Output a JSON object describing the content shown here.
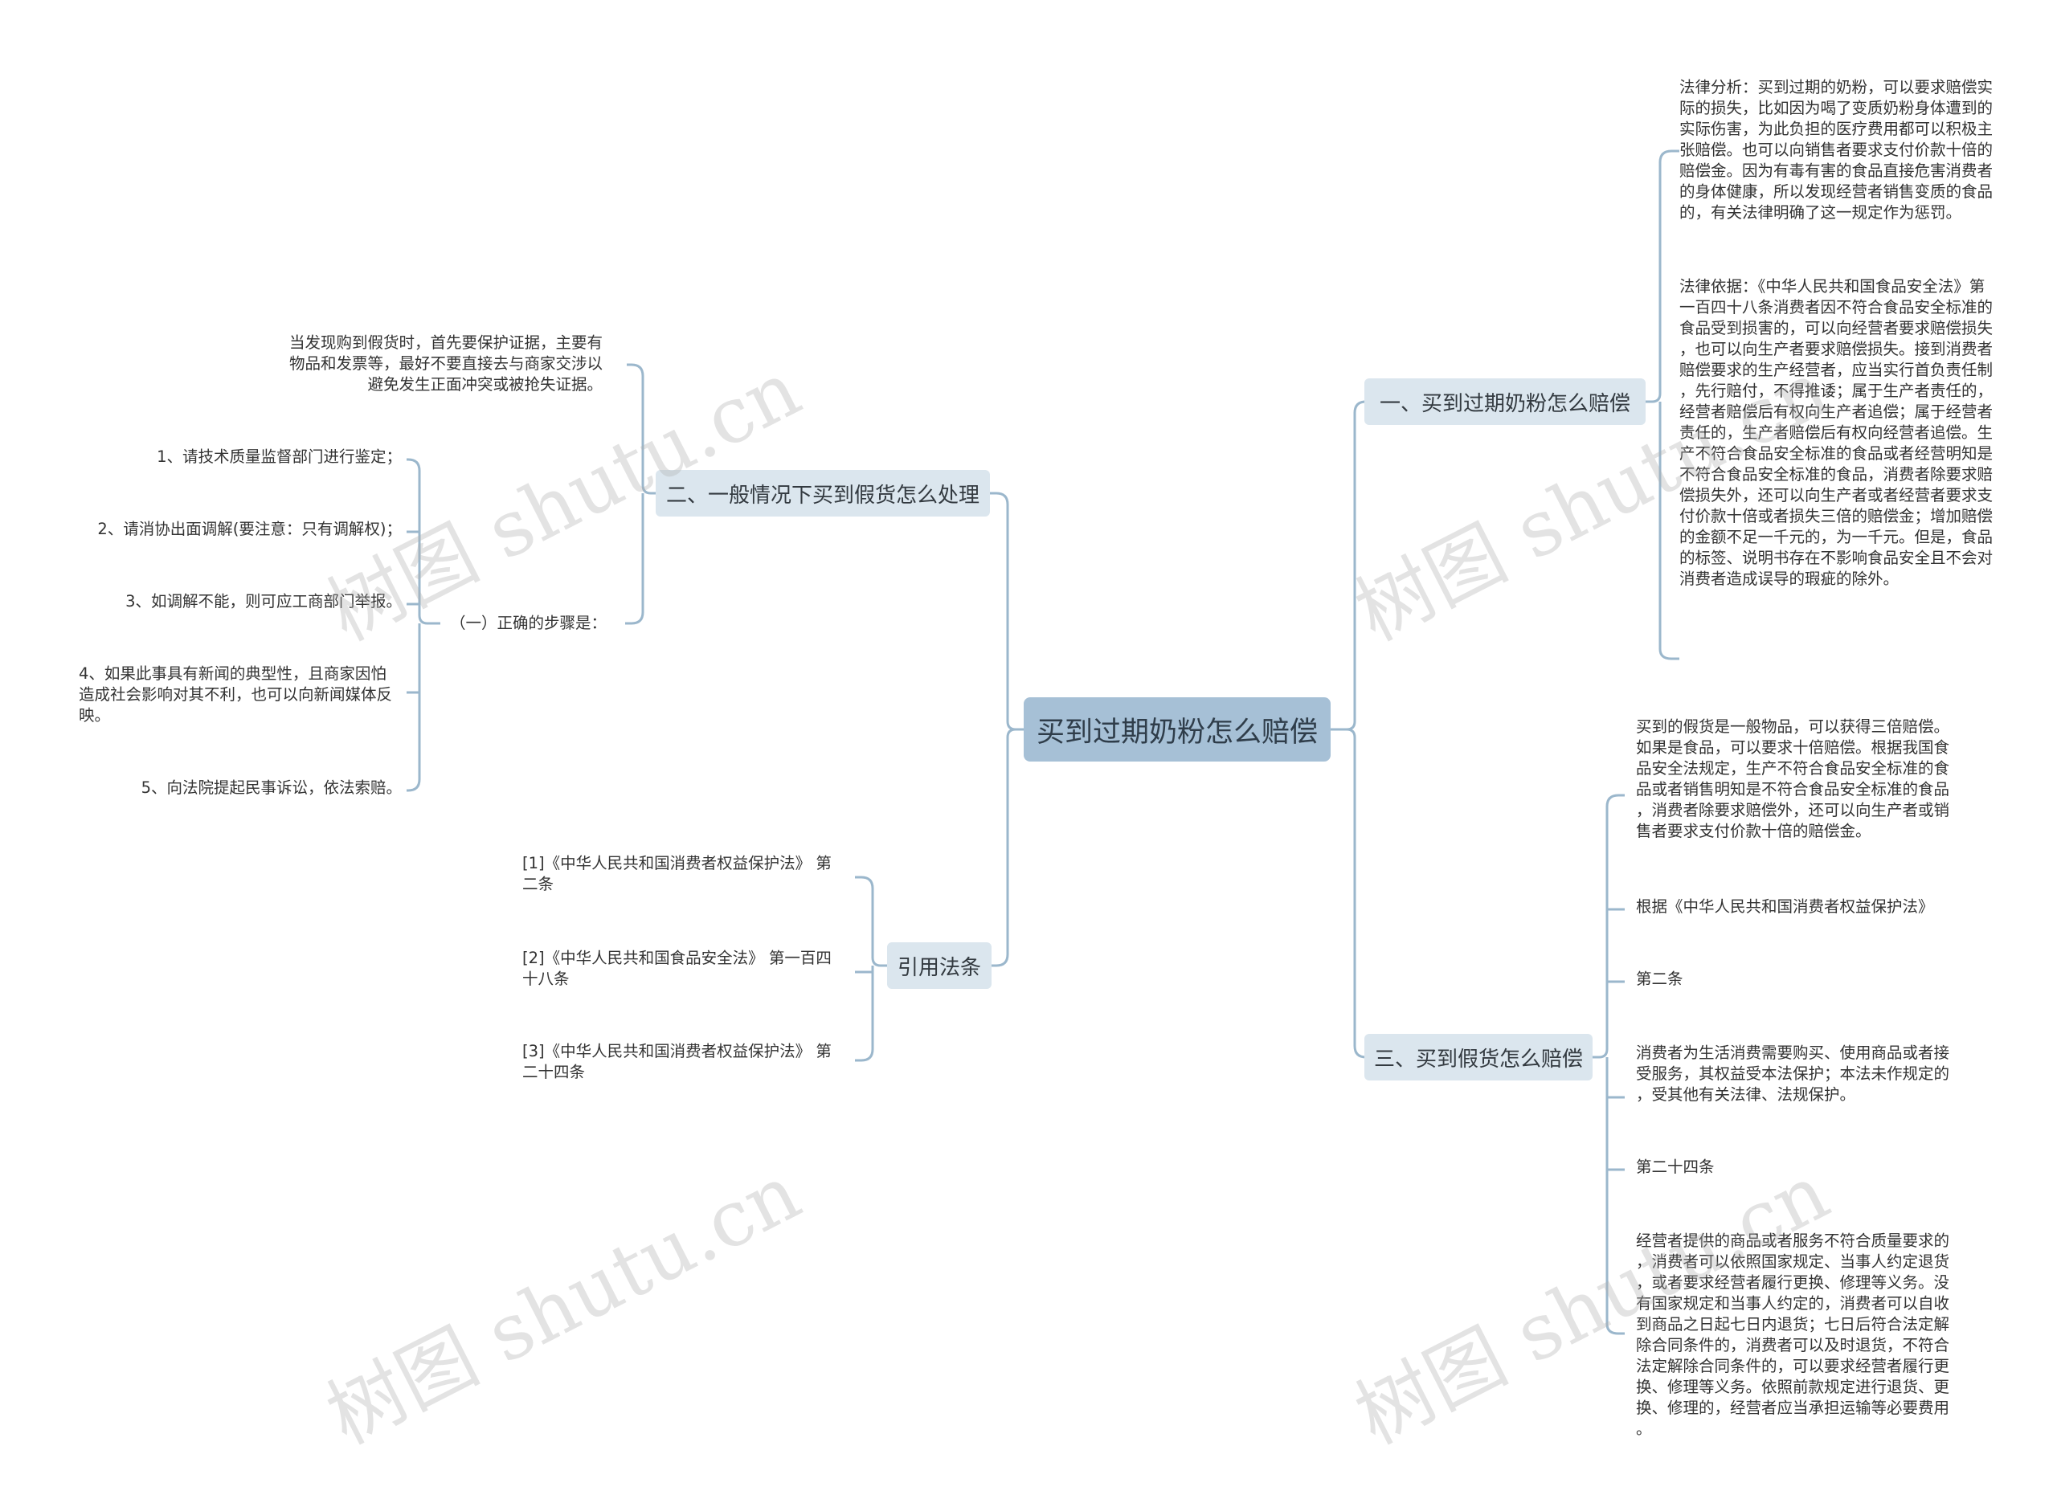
{
  "root": {
    "label": "买到过期奶粉怎么赔偿"
  },
  "branches": {
    "b1": {
      "label": "一、买到过期奶粉怎么赔偿",
      "items": [
        "法律分析：买到过期的奶粉，可以要求赔偿实\n际的损失，比如因为喝了变质奶粉身体遭到的\n实际伤害，为此负担的医疗费用都可以积极主\n张赔偿。也可以向销售者要求支付价款十倍的\n赔偿金。因为有毒有害的食品直接危害消费者\n的身体健康，所以发现经营者销售变质的食品\n的，有关法律明确了这一规定作为惩罚。",
        "法律依据：《中华人民共和国食品安全法》第\n一百四十八条消费者因不符合食品安全标准的\n食品受到损害的，可以向经营者要求赔偿损失\n，也可以向生产者要求赔偿损失。接到消费者\n赔偿要求的生产经营者，应当实行首负责任制\n，先行赔付，不得推诿；属于生产者责任的，\n经营者赔偿后有权向生产者追偿；属于经营者\n责任的，生产者赔偿后有权向经营者追偿。生\n产不符合食品安全标准的食品或者经营明知是\n不符合食品安全标准的食品，消费者除要求赔\n偿损失外，还可以向生产者或者经营者要求支\n付价款十倍或者损失三倍的赔偿金；增加赔偿\n的金额不足一千元的，为一千元。但是，食品\n的标签、说明书存在不影响食品安全且不会对\n消费者造成误导的瑕疵的除外。"
      ]
    },
    "b2": {
      "label": "二、一般情况下买到假货怎么处理",
      "intro": "当发现购到假货时，首先要保护证据，主要有\n物品和发票等，最好不要直接去与商家交涉以\n避免发生正面冲突或被抢失证据。",
      "steps_label": "（一）正确的步骤是：",
      "steps": [
        "1、请技术质量监督部门进行鉴定；",
        "2、请消协出面调解(要注意：只有调解权)；",
        "3、如调解不能，则可应工商部门举报。",
        "4、如果此事具有新闻的典型性，且商家因怕\n造成社会影响对其不利，也可以向新闻媒体反\n映。",
        "5、向法院提起民事诉讼，依法索赔。"
      ]
    },
    "b3": {
      "label": "三、买到假货怎么赔偿",
      "items": [
        "买到的假货是一般物品，可以获得三倍赔偿。\n如果是食品，可以要求十倍赔偿。根据我国食\n品安全法规定，生产不符合食品安全标准的食\n品或者销售明知是不符合食品安全标准的食品\n，消费者除要求赔偿外，还可以向生产者或销\n售者要求支付价款十倍的赔偿金。",
        "根据《中华人民共和国消费者权益保护法》",
        "第二条",
        "消费者为生活消费需要购买、使用商品或者接\n受服务，其权益受本法保护；本法未作规定的\n，受其他有关法律、法规保护。",
        "第二十四条",
        "经营者提供的商品或者服务不符合质量要求的\n，消费者可以依照国家规定、当事人约定退货\n，或者要求经营者履行更换、修理等义务。没\n有国家规定和当事人约定的，消费者可以自收\n到商品之日起七日内退货；七日后符合法定解\n除合同条件的，消费者可以及时退货，不符合\n法定解除合同条件的，可以要求经营者履行更\n换、修理等义务。依照前款规定进行退货、更\n换、修理的，经营者应当承担运输等必要费用\n。"
      ]
    },
    "b4": {
      "label": "引用法条",
      "items": [
        "[1]《中华人民共和国消费者权益保护法》 第\n二条",
        "[2]《中华人民共和国食品安全法》 第一百四\n十八条",
        "[3]《中华人民共和国消费者权益保护法》 第\n二十四条"
      ]
    }
  },
  "watermarks": [
    "树图 shutu.cn",
    "树图 shutu.cn",
    "树图 shutu.cn",
    "树图 shutu.cn"
  ],
  "colors": {
    "root_bg": "#a6c0d6",
    "branch_bg": "#dbe6ee",
    "connector": "#9bb7cc"
  }
}
